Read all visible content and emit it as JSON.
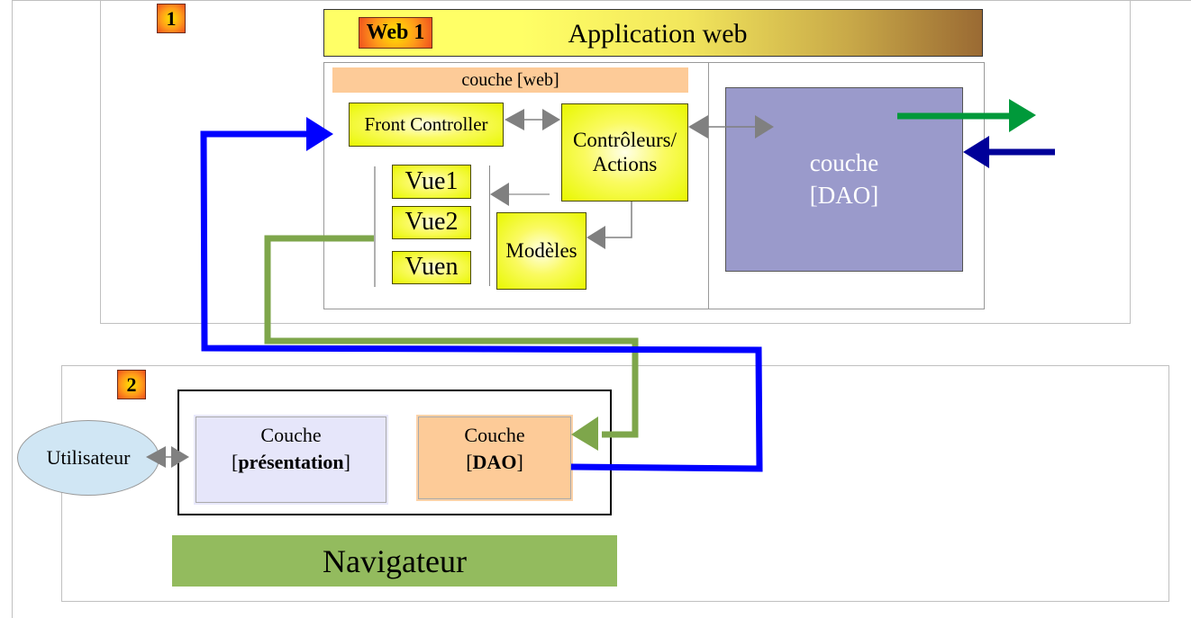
{
  "diagram": {
    "section1": {
      "badge": "1",
      "header": {
        "badge": "Web 1",
        "title": "Application web",
        "gradient_colors": [
          "#ffff66",
          "#f4e25a",
          "#9a6a33"
        ]
      },
      "web_layer": {
        "label": "couche [web]",
        "label_bg": "#fdcb98",
        "front_controller": "Front Controller",
        "controllers": "Contrôleurs/ Actions",
        "controllers_line1": "Contrôleurs/",
        "controllers_line2": "Actions",
        "views": [
          "Vue1",
          "Vue2",
          "Vuen"
        ],
        "models": "Modèles"
      },
      "dao_layer": {
        "line1": "couche",
        "line2": "[DAO]",
        "bg": "#9a9acb"
      }
    },
    "section2": {
      "badge": "2",
      "user": "Utilisateur",
      "presentation_layer": {
        "line1": "Couche",
        "line2_prefix": "[",
        "line2_bold": "présentation",
        "line2_suffix": "]",
        "bg": "#e6e6fa"
      },
      "dao_layer": {
        "line1": "Couche",
        "line2_prefix": "[",
        "line2_bold": "DAO",
        "line2_suffix": "]",
        "bg": "#fdcb98"
      },
      "browser_label": "Navigateur",
      "browser_bg": "#93bb5e"
    },
    "arrow_colors": {
      "blue": "#0000ff",
      "green_feedback": "#7ea64b",
      "green_out": "#00993a",
      "navy_in": "#000099",
      "gray": "#808080"
    }
  }
}
